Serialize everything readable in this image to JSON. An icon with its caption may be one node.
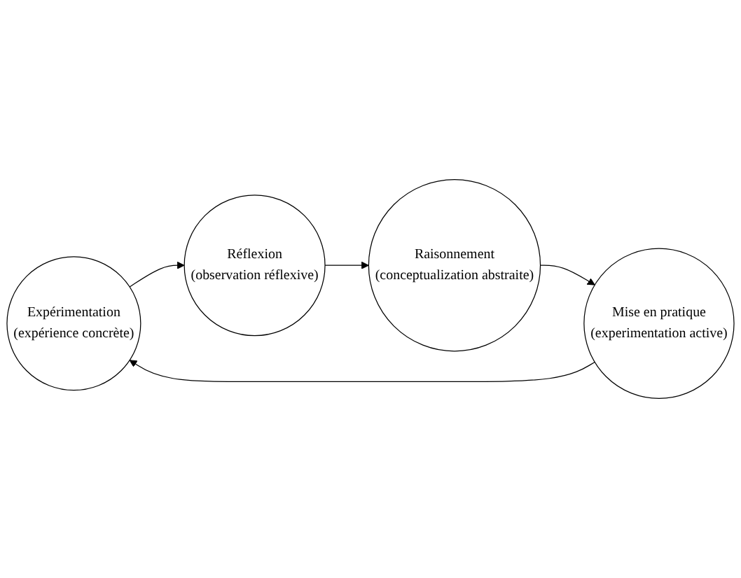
{
  "diagram": {
    "nodes": [
      {
        "text": [
          "Expérimentation",
          "(expérience concrète)"
        ]
      },
      {
        "text": [
          "Réflexion",
          "(observation réflexive)"
        ]
      },
      {
        "text": [
          "Raisonnement",
          "(conceptualization abstraite)"
        ]
      },
      {
        "text": [
          "Mise en pratique",
          "(experimentation active)"
        ]
      }
    ],
    "edges": [
      {
        "from": 0,
        "to": 1,
        "arrow": "to"
      },
      {
        "from": 1,
        "to": 2,
        "arrow": "to"
      },
      {
        "from": 2,
        "to": 3,
        "arrow": "to"
      },
      {
        "from": 3,
        "to": 0,
        "arrow": "to"
      }
    ]
  }
}
